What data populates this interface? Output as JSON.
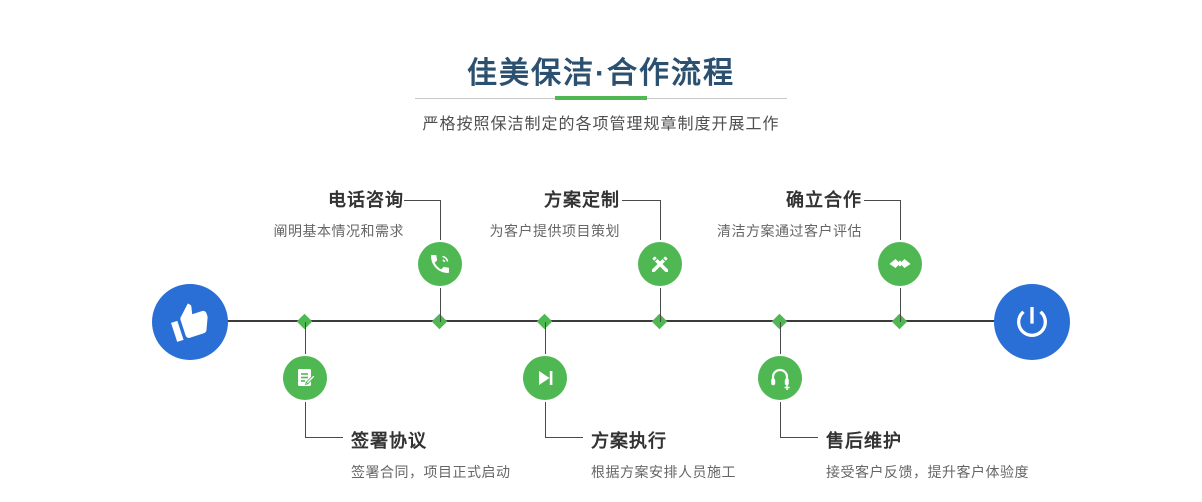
{
  "header": {
    "title": "佳美保洁·合作流程",
    "subtitle": "严格按照保洁制定的各项管理规章制度开展工作"
  },
  "colors": {
    "accent_blue": "#2a6fd6",
    "accent_green": "#4fb853",
    "title_color": "#2c5170",
    "line_color": "#3b3b3b"
  },
  "terminals": {
    "start_icon": "hand-icon",
    "end_icon": "power-icon"
  },
  "steps_top": [
    {
      "title": "电话咨询",
      "desc": "阐明基本情况和需求",
      "icon": "phone-icon"
    },
    {
      "title": "方案定制",
      "desc": "为客户提供项目策划",
      "icon": "crossed-pencils-icon"
    },
    {
      "title": "确立合作",
      "desc": "清洁方案通过客户评估",
      "icon": "handshake-icon"
    }
  ],
  "steps_bottom": [
    {
      "title": "签署协议",
      "desc": "签署合同，项目正式启动",
      "icon": "contract-icon"
    },
    {
      "title": "方案执行",
      "desc": "根据方案安排人员施工",
      "icon": "play-forward-icon"
    },
    {
      "title": "售后维护",
      "desc": "接受客户反馈，提升客户体验度",
      "icon": "headset-icon"
    }
  ]
}
